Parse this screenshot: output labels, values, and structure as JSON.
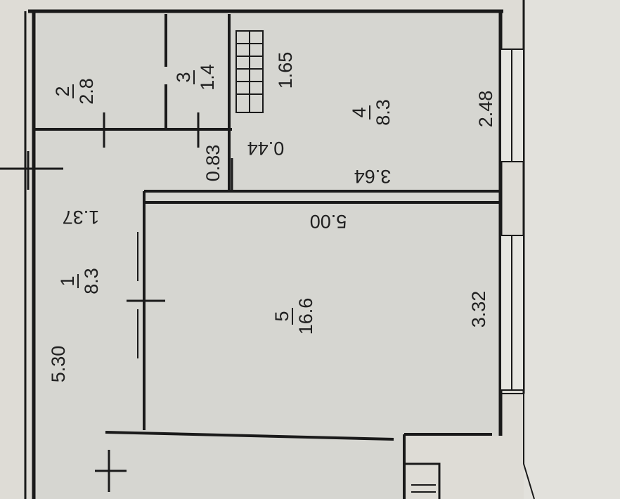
{
  "rooms": [
    {
      "number": "1",
      "area": "8.3"
    },
    {
      "number": "2",
      "area": "2.8"
    },
    {
      "number": "3",
      "area": "1.4"
    },
    {
      "number": "4",
      "area": "8.3"
    },
    {
      "number": "5",
      "area": "16.6"
    }
  ],
  "dimensions": {
    "left_height": "5.30",
    "corridor_width": "1.37",
    "room3_width": "1.65",
    "small_a": "0.83",
    "small_b": "0.44",
    "room4_length": "3.64",
    "room4_width": "2.48",
    "room5_length": "5.00",
    "room5_width": "3.32"
  }
}
